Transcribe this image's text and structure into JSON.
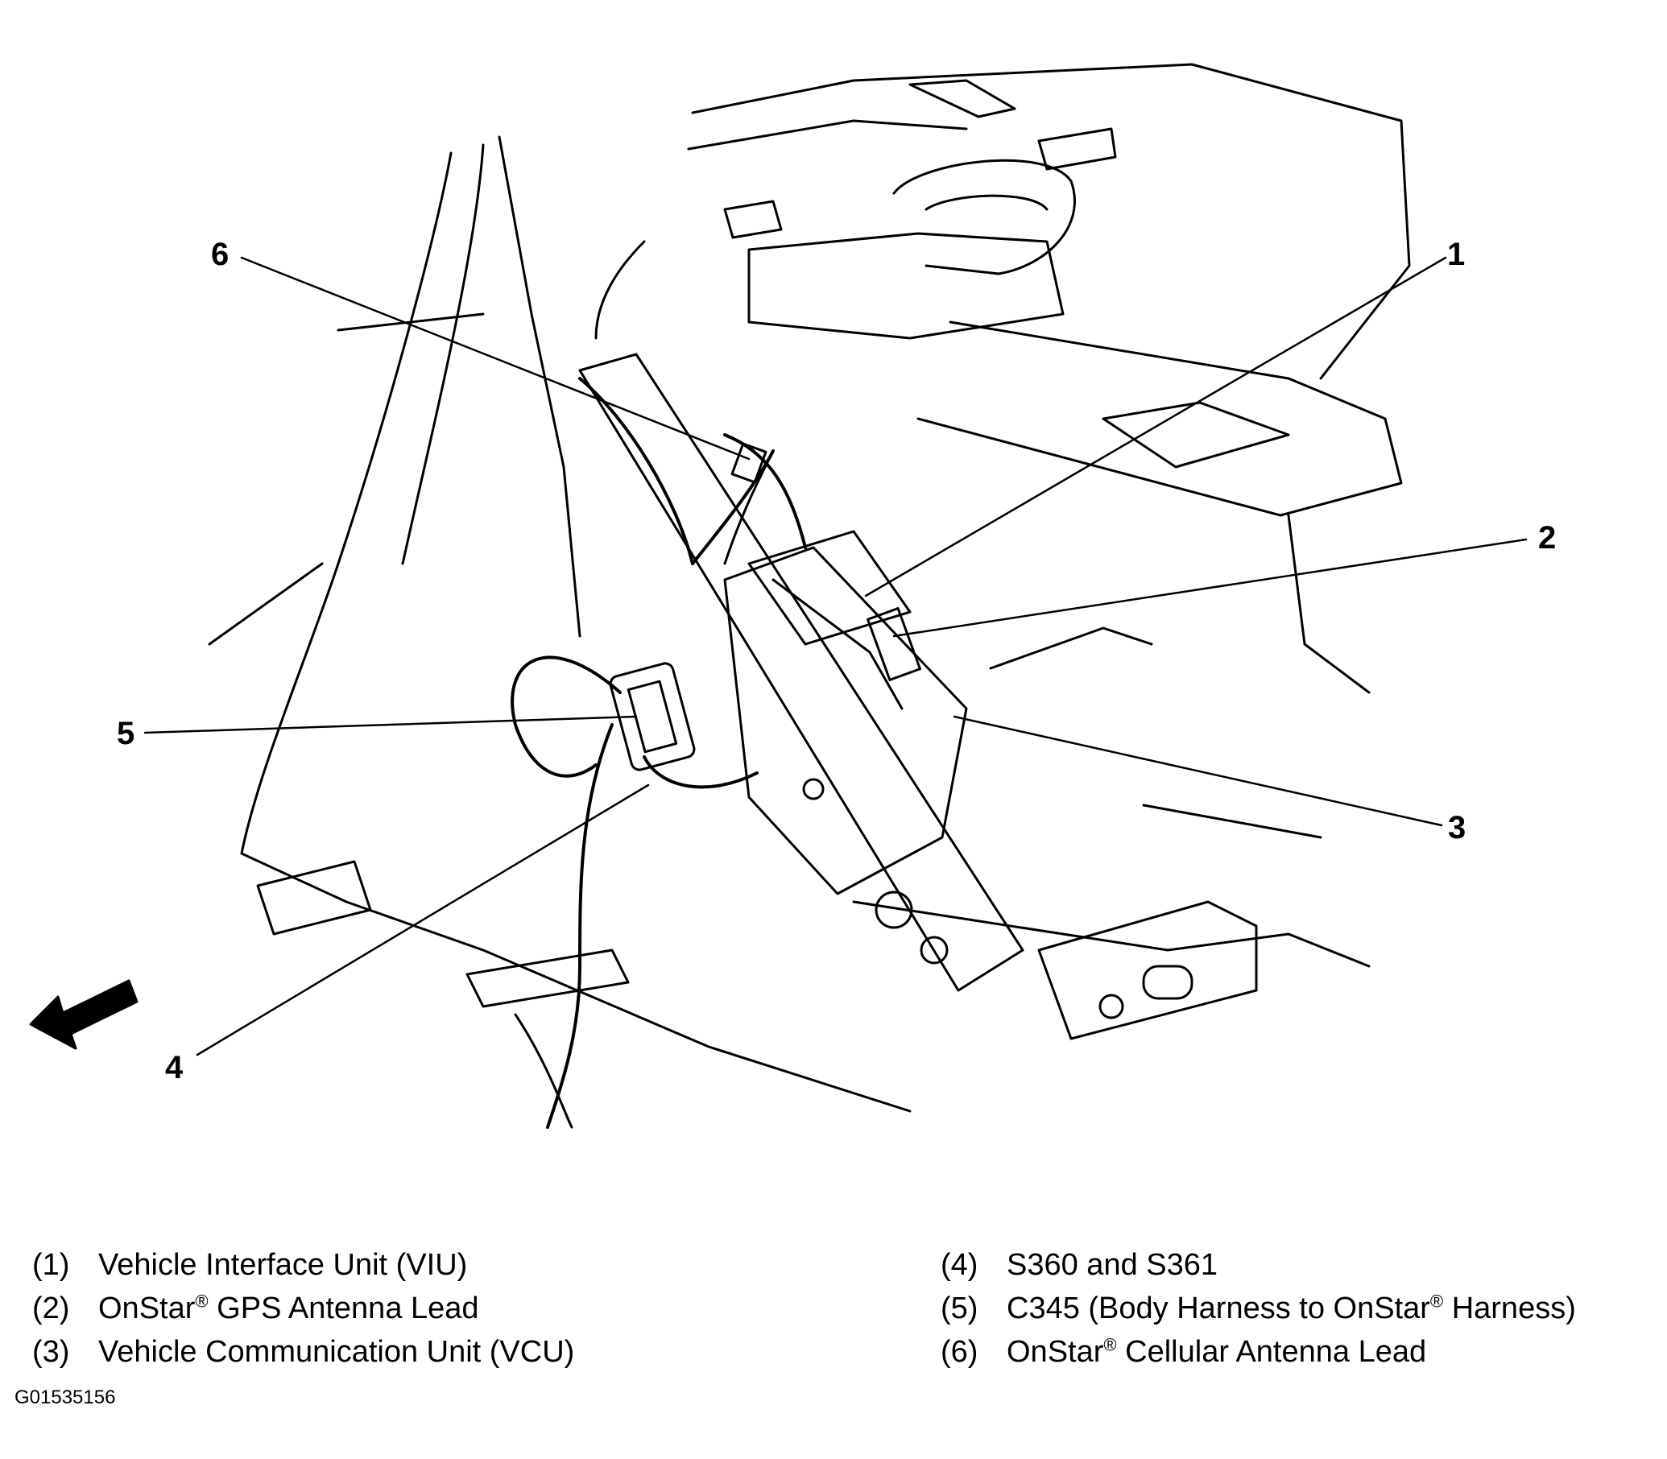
{
  "callouts": [
    {
      "number": "1"
    },
    {
      "number": "2"
    },
    {
      "number": "3"
    },
    {
      "number": "4"
    },
    {
      "number": "5"
    },
    {
      "number": "6"
    }
  ],
  "legend": [
    {
      "num": "(1)",
      "text": "Vehicle Interface Unit (VIU)"
    },
    {
      "num": "(2)",
      "pre": "OnStar",
      "reg": "®",
      "post": " GPS Antenna Lead"
    },
    {
      "num": "(3)",
      "text": "Vehicle Communication Unit (VCU)"
    },
    {
      "num": "(4)",
      "text": "S360 and S361"
    },
    {
      "num": "(5)",
      "pre": "C345 (Body Harness to OnStar",
      "reg": "®",
      "post": " Harness)"
    },
    {
      "num": "(6)",
      "pre": "OnStar",
      "reg": "®",
      "post": " Cellular Antenna Lead"
    }
  ],
  "figure_id": "G01535156",
  "icons": {
    "direction_arrow": "front-direction-arrow-icon"
  }
}
